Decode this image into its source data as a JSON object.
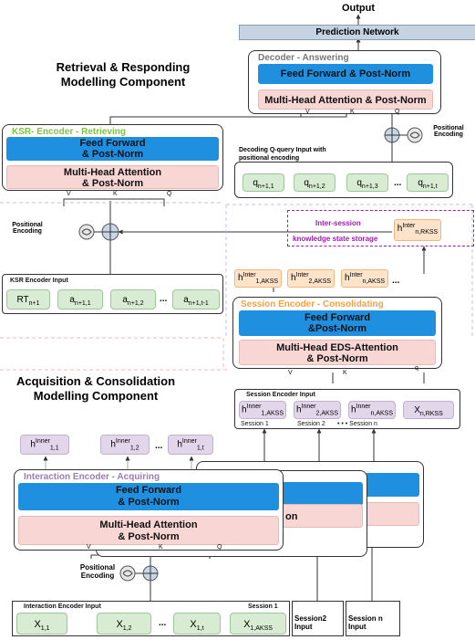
{
  "output_label": "Output",
  "prediction_network": "Prediction Network",
  "retrieval_title": "Retrieval & Responding\nModelling Component",
  "acq_title": "Acquisition & Consolidation\nModelling Component",
  "decoder": {
    "title": "Decoder - Answering",
    "ff": "Feed Forward & Post-Norm",
    "mha": "Multi-Head Attention &  Post-Norm",
    "v": "V",
    "k": "K",
    "q": "Q"
  },
  "positional_encoding": "Positional\nEncoding",
  "decoding_input": {
    "label": "Decoding Q-query Input with\npositional encoding",
    "items": [
      "q",
      "q",
      "q",
      "q"
    ],
    "subs": [
      "n+1,1",
      "n+1,2",
      "n+1,3",
      "n+1,t"
    ],
    "ellipsis": "..."
  },
  "ksr": {
    "title": "KSR- Encoder - Retrieving",
    "ff": "Feed Forward\n& Post-Norm",
    "mha": "Multi-Head Attention\n& Post-Norm",
    "v": "V",
    "k": "K",
    "q": "Q"
  },
  "ksr_input": {
    "label": "KSR Encoder Input",
    "items": [
      "RT",
      "a",
      "a",
      "a"
    ],
    "subs": [
      "n+1",
      "n+1,1",
      "n+1,2",
      "n+1,t-1"
    ],
    "ellipsis": "..."
  },
  "storage": {
    "line1": "Inter-session",
    "line2": "knowledge state storage",
    "h_sup": "Inter",
    "h_sub": "n,RKSS",
    "h": "h"
  },
  "session_outputs": {
    "h": "h",
    "sup": "Inter",
    "subs": [
      "1,AKSS",
      "2,AKSS",
      "n,AKSS"
    ],
    "ellipsis": "..."
  },
  "session_encoder": {
    "title": "Session Encoder - Consolidating",
    "ff": "Feed Forward\n&Post-Norm",
    "mha": "Multi-Head EDS-Attention\n& Post-Norm",
    "v": "V",
    "k": "K",
    "q": "q"
  },
  "session_input": {
    "label": "Session Encoder Input",
    "h": "h",
    "sup": "Inner",
    "subs": [
      "1,AKSS",
      "2,AKSS",
      "n,AKSS"
    ],
    "x": "X",
    "x_sub": "n,RKSS",
    "session_labels": [
      "Session 1",
      "Session 2",
      "• • • Session n"
    ]
  },
  "inner_outputs": {
    "h": "h",
    "sup": "Inner",
    "subs": [
      "1,1",
      "1,2",
      "1,t"
    ],
    "ellipsis": "..."
  },
  "interaction_encoder": {
    "title": "Interaction Encoder - Acquiring",
    "ff": "Feed Forward\n&  Post-Norm",
    "mha": "Multi-Head Attention\n& Post-Norm",
    "v": "V",
    "k": "K",
    "q": "Q",
    "back_fragment_1": "on",
    "back_fragment_2": "on"
  },
  "interaction_input": {
    "label": "Interaction Encoder Input",
    "session": "Session 1",
    "x": "X",
    "subs": [
      "1,1",
      "1,2",
      "1,t",
      "1,AKSS"
    ],
    "ellipsis": "..."
  },
  "session2_input": "Session2 Input",
  "sessionn_input": "Session n Input",
  "colors": {
    "blue": "#1f8fe0",
    "pink": "#f7d6d4",
    "green": "#d7ecd2",
    "lavender": "#e2d7ea",
    "orange": "#fde3c9",
    "ksr_title": "#7dc242",
    "session_title": "#f5a142",
    "interaction_title": "#9b7bb5",
    "storage_title": "#a21caf"
  }
}
